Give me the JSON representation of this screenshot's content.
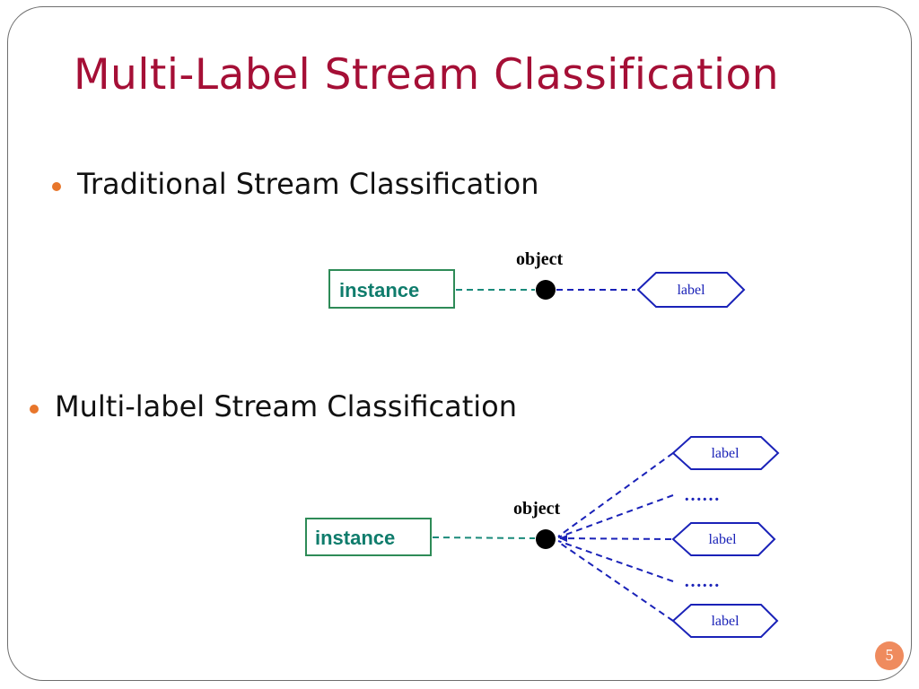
{
  "slide": {
    "title": "Multi-Label Stream Classification",
    "page_number": "5"
  },
  "bullets": [
    {
      "text": "Traditional Stream Classification"
    },
    {
      "text": "Multi-label Stream Classification"
    }
  ],
  "diagram_traditional": {
    "instance_label": "instance",
    "object_label": "object",
    "label_text": "label"
  },
  "diagram_multilabel": {
    "instance_label": "instance",
    "object_label": "object",
    "labels": [
      "label",
      "label",
      "label"
    ],
    "ellipsis": [
      "……",
      "……"
    ]
  },
  "colors": {
    "title": "#a50f36",
    "bullet": "#e8762b",
    "instance_border": "#2e8b57",
    "instance_text": "#0f7c6c",
    "connector_teal": "#1a8a7a",
    "connector_blue": "#1a22b8",
    "page_badge": "#ef8b5e"
  }
}
